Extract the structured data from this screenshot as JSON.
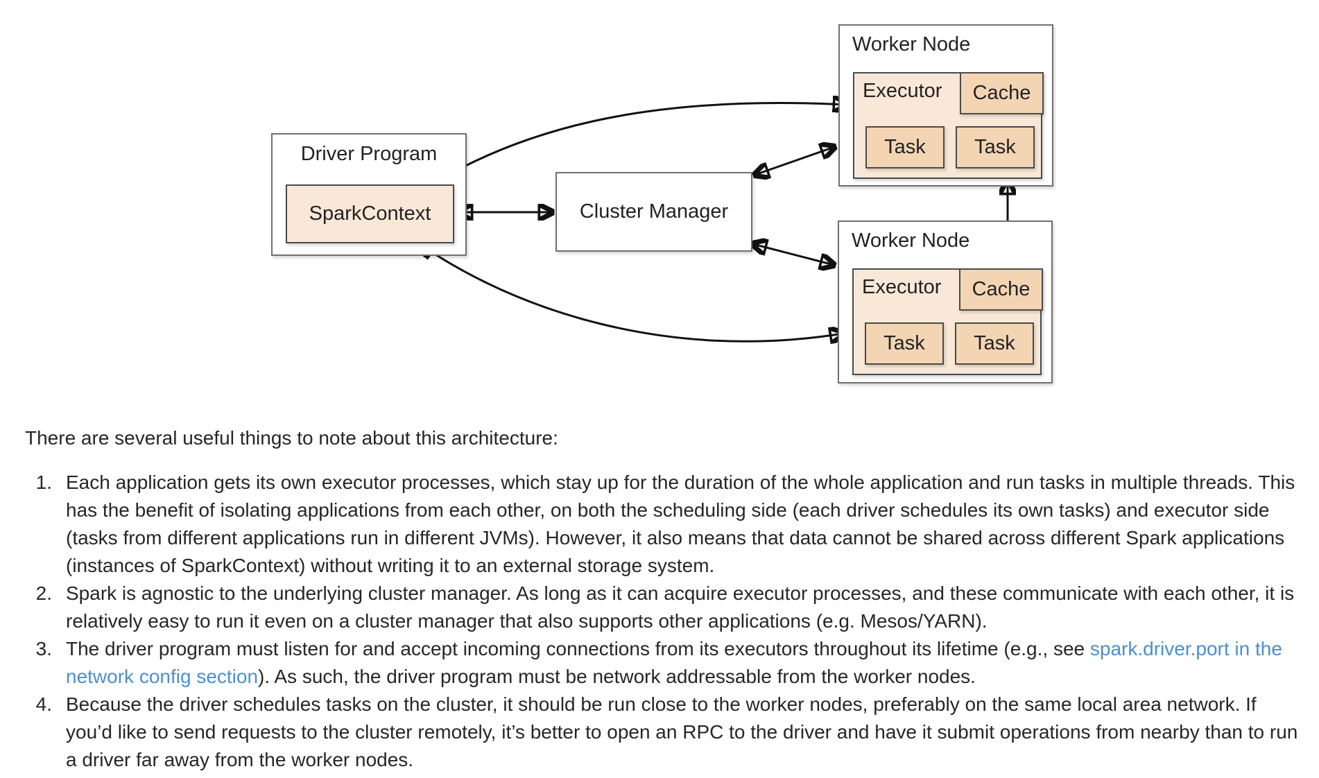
{
  "diagram": {
    "driver": {
      "title": "Driver Program",
      "spark_context": "SparkContext"
    },
    "cluster_manager": {
      "title": "Cluster Manager"
    },
    "workers": [
      {
        "title": "Worker Node",
        "executor": "Executor",
        "cache": "Cache",
        "tasks": [
          "Task",
          "Task"
        ]
      },
      {
        "title": "Worker Node",
        "executor": "Executor",
        "cache": "Cache",
        "tasks": [
          "Task",
          "Task"
        ]
      }
    ],
    "colors": {
      "executor_fill": "#f9e8d7",
      "cache_task_fill": "#f3d5b4",
      "outer_border": "#6f6f6f",
      "inner_border": "#4a4a4a",
      "arrow": "#111111"
    }
  },
  "content": {
    "intro": "There are several useful things to note about this architecture:",
    "link_color": "#4b8fce",
    "list": [
      {
        "text": "Each application gets its own executor processes, which stay up for the duration of the whole application and run tasks in multiple threads. This has the benefit of isolating applications from each other, on both the scheduling side (each driver schedules its own tasks) and executor side (tasks from different applications run in different JVMs). However, it also means that data cannot be shared across different Spark applications (instances of SparkContext) without writing it to an external storage system."
      },
      {
        "text": "Spark is agnostic to the underlying cluster manager. As long as it can acquire executor processes, and these communicate with each other, it is relatively easy to run it even on a cluster manager that also supports other applications (e.g. Mesos/YARN)."
      },
      {
        "pre": "The driver program must listen for and accept incoming connections from its executors throughout its lifetime (e.g., see ",
        "link": "spark.driver.port in the network config section",
        "post": "). As such, the driver program must be network addressable from the worker nodes."
      },
      {
        "text": "Because the driver schedules tasks on the cluster, it should be run close to the worker nodes, preferably on the same local area network. If you’d like to send requests to the cluster remotely, it’s better to open an RPC to the driver and have it submit operations from nearby than to run a driver far away from the worker nodes."
      }
    ]
  }
}
